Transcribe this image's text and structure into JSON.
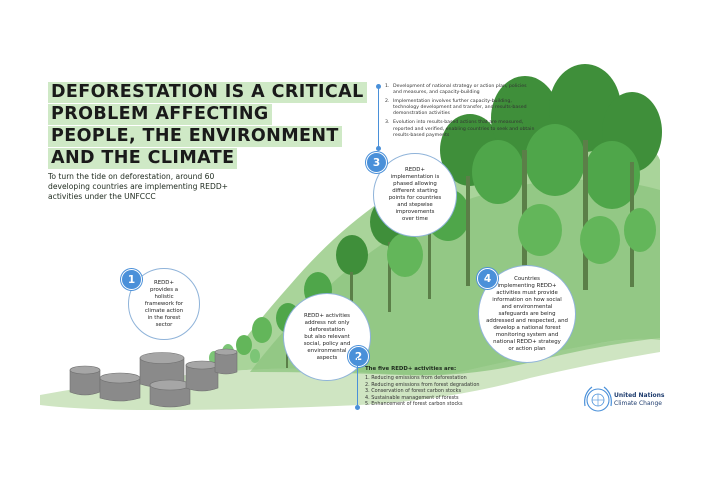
{
  "title_lines": [
    "DEFORESTATION IS A CRITICAL",
    "PROBLEM AFFECTING",
    "PEOPLE, THE ENVIRONMENT",
    "AND THE CLIMATE"
  ],
  "intro": "To turn the tide on deforestation, around 60 developing countries are implementing REDD+ activities under the UNFCCC",
  "steps": [
    {
      "number": "1",
      "lines": [
        "REDD+",
        "provides a",
        "holistic",
        "framework for",
        "climate action",
        "in the forest",
        "sector"
      ]
    },
    {
      "number": "2",
      "lines": [
        "REDD+ activities",
        "address not only",
        "deforestation",
        "but also relevant",
        "social, policy and",
        "environmental",
        "aspects"
      ]
    },
    {
      "number": "3",
      "lines": [
        "REDD+",
        "implementation is",
        "phased allowing",
        "different starting",
        "points for countries",
        "and stepwise",
        "improvements",
        "over time"
      ]
    },
    {
      "number": "4",
      "lines": [
        "Countries",
        "implementing REDD+",
        "activities must provide",
        "information on how social",
        "and environmental",
        "safeguards are being",
        "addressed and respected, and",
        "develop a national forest",
        "monitoring system and",
        "national REDD+ strategy",
        "or action plan"
      ]
    }
  ],
  "phases": [
    {
      "n": "1.",
      "text": "Development of national strategy or action plan, policies and measures, and capacity-building"
    },
    {
      "n": "2.",
      "text": "Implementation involves further capacity-building, technology development and transfer, and results-based demonstration activities"
    },
    {
      "n": "3.",
      "text": "Evolution into results-based actions that are measured, reported and verified, enabling countries to seek and obtain results-based payments"
    }
  ],
  "five_activities": {
    "heading": "The five REDD+ activities are:",
    "items": [
      "1. Reducing emissions from deforestation",
      "2. Reducing emissions from forest degradation",
      "3. Conservation of forest carbon stocks",
      "4. Sustainable management of forests",
      "5. Enhancement of forest carbon stocks"
    ]
  },
  "logo": {
    "line1": "United Nations",
    "line2": "Climate Change"
  },
  "colors": {
    "title_highlight": "#cfe9c6",
    "accent_blue": "#4a90d9",
    "forest_dark": "#2f7d32",
    "forest_mid": "#43a047",
    "forest_light": "#7cc576",
    "ground": "#b7d9a8",
    "stump": "#8a8a8a"
  },
  "icons": [
    "un-emblem-icon",
    "tree-icon",
    "stump-icon"
  ]
}
